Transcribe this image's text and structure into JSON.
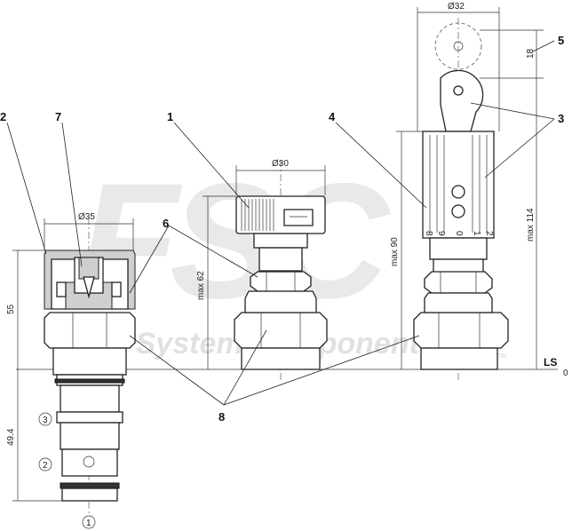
{
  "watermark": {
    "logo": "FSC",
    "text": "Fluid System Components",
    "tm": "TM"
  },
  "dimensions": {
    "d35": "Ø35",
    "d30": "Ø30",
    "d32": "Ø32",
    "h55": "55",
    "h49": "49.4",
    "max62": "max 62",
    "max90": "max 90",
    "max114": "max 114",
    "h18": "18",
    "zero": "0",
    "ls": "LS"
  },
  "callouts": [
    "1",
    "2",
    "3",
    "4",
    "5",
    "6",
    "7",
    "8"
  ],
  "ports": [
    "1",
    "2",
    "3"
  ],
  "knob_scale": [
    "8",
    "9",
    "0",
    "1",
    "2"
  ]
}
